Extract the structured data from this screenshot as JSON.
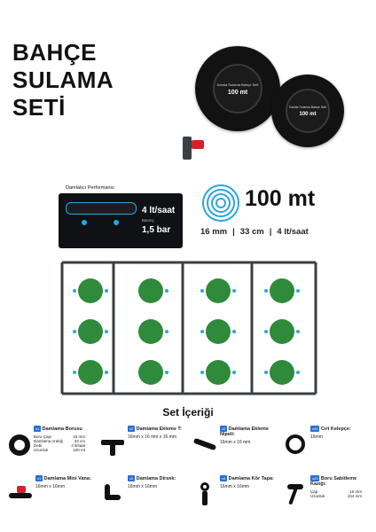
{
  "title_lines": [
    "BAHÇE",
    "SULAMA",
    "SETİ"
  ],
  "package_main": {
    "label": "Damla Sulama Bahçe Seti",
    "length": "100 mt"
  },
  "package_small": {
    "label": "Damla Sulama Bahçe Seti",
    "length": "100 mt"
  },
  "performance": {
    "heading": "Damlatıcı Performansı:",
    "flow": "4 lt/saat",
    "pressure_label": "Basınç",
    "pressure": "1,5 bar"
  },
  "hose": {
    "length": "100 mt",
    "specs": [
      "16 mm",
      "33 cm",
      "4 lt/saat"
    ]
  },
  "set_title": "Set İçeriği",
  "items": [
    {
      "code": "x1",
      "name": "Damlama Borusu",
      "details": [
        [
          "Boru Çapı",
          "16 mm"
        ],
        [
          "Damlama Aralığı",
          "33 cm"
        ],
        [
          "Debi",
          "4 lt/saat"
        ],
        [
          "Uzunluk",
          "100 mt"
        ]
      ],
      "icon": "coil-hose-icon"
    },
    {
      "code": "x2",
      "name": "Damlama Ekleme T:",
      "details": [
        [
          "16mm x 16 mm x 16 mm",
          ""
        ]
      ],
      "icon": "tee-fitting-icon"
    },
    {
      "code": "x2",
      "name": "Damlama Ekleme Nipeli:",
      "details": [
        [
          "16mm x 16 mm",
          ""
        ]
      ],
      "icon": "nipple-fitting-icon"
    },
    {
      "code": "x20",
      "name": "Cırt Kelepçe:",
      "details": [
        [
          "16mm",
          ""
        ]
      ],
      "icon": "clamp-icon"
    },
    {
      "code": "x1",
      "name": "Damlama Mini Vana:",
      "details": [
        [
          "16mm x 16mm",
          ""
        ]
      ],
      "icon": "mini-valve-icon"
    },
    {
      "code": "x2",
      "name": "Damlama Dirsek:",
      "details": [
        [
          "16mm x 16mm",
          ""
        ]
      ],
      "icon": "elbow-fitting-icon"
    },
    {
      "code": "x4",
      "name": "Damlama Kör Tapa:",
      "details": [
        [
          "16mm x 16mm",
          ""
        ]
      ],
      "icon": "end-plug-icon"
    },
    {
      "code": "x20",
      "name": "Boru Sabitleme Kazığı:",
      "details": [
        [
          "Çap",
          "16 mm"
        ],
        [
          "Uzunluk",
          "154 mm"
        ]
      ],
      "icon": "ground-stake-icon"
    }
  ],
  "colors": {
    "accent_blue": "#2aa7e0",
    "valve_red": "#d2232a",
    "pipe_gray": "#3a3f44",
    "plant_green": "#2f8a3b",
    "badge_blue": "#2a6fd6"
  }
}
